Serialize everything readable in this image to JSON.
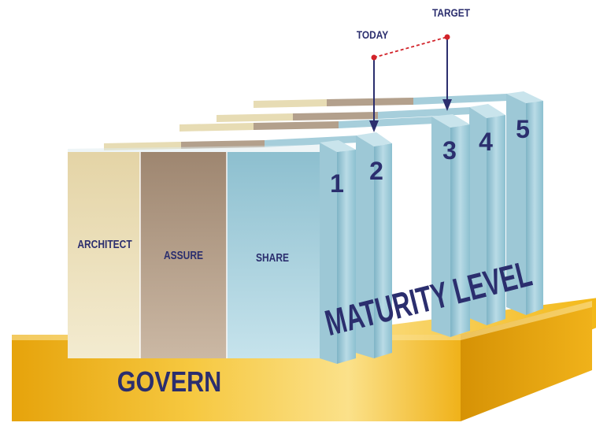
{
  "base": {
    "label": "GOVERN"
  },
  "columns": {
    "architect": "ARCHITECT",
    "assure": "ASSURE",
    "share": "SHARE"
  },
  "levels": [
    "1",
    "2",
    "3",
    "4",
    "5"
  ],
  "maturity_label": "MATURITY LEVEL",
  "markers": {
    "today": "TODAY",
    "target": "TARGET"
  },
  "colors": {
    "base_gold": "#f2b515",
    "architect": "#ece0b8",
    "assure": "#b7a08a",
    "share": "#a9d0dc",
    "label_text": "#2b2e6e",
    "marker_dot": "#d2232a"
  }
}
